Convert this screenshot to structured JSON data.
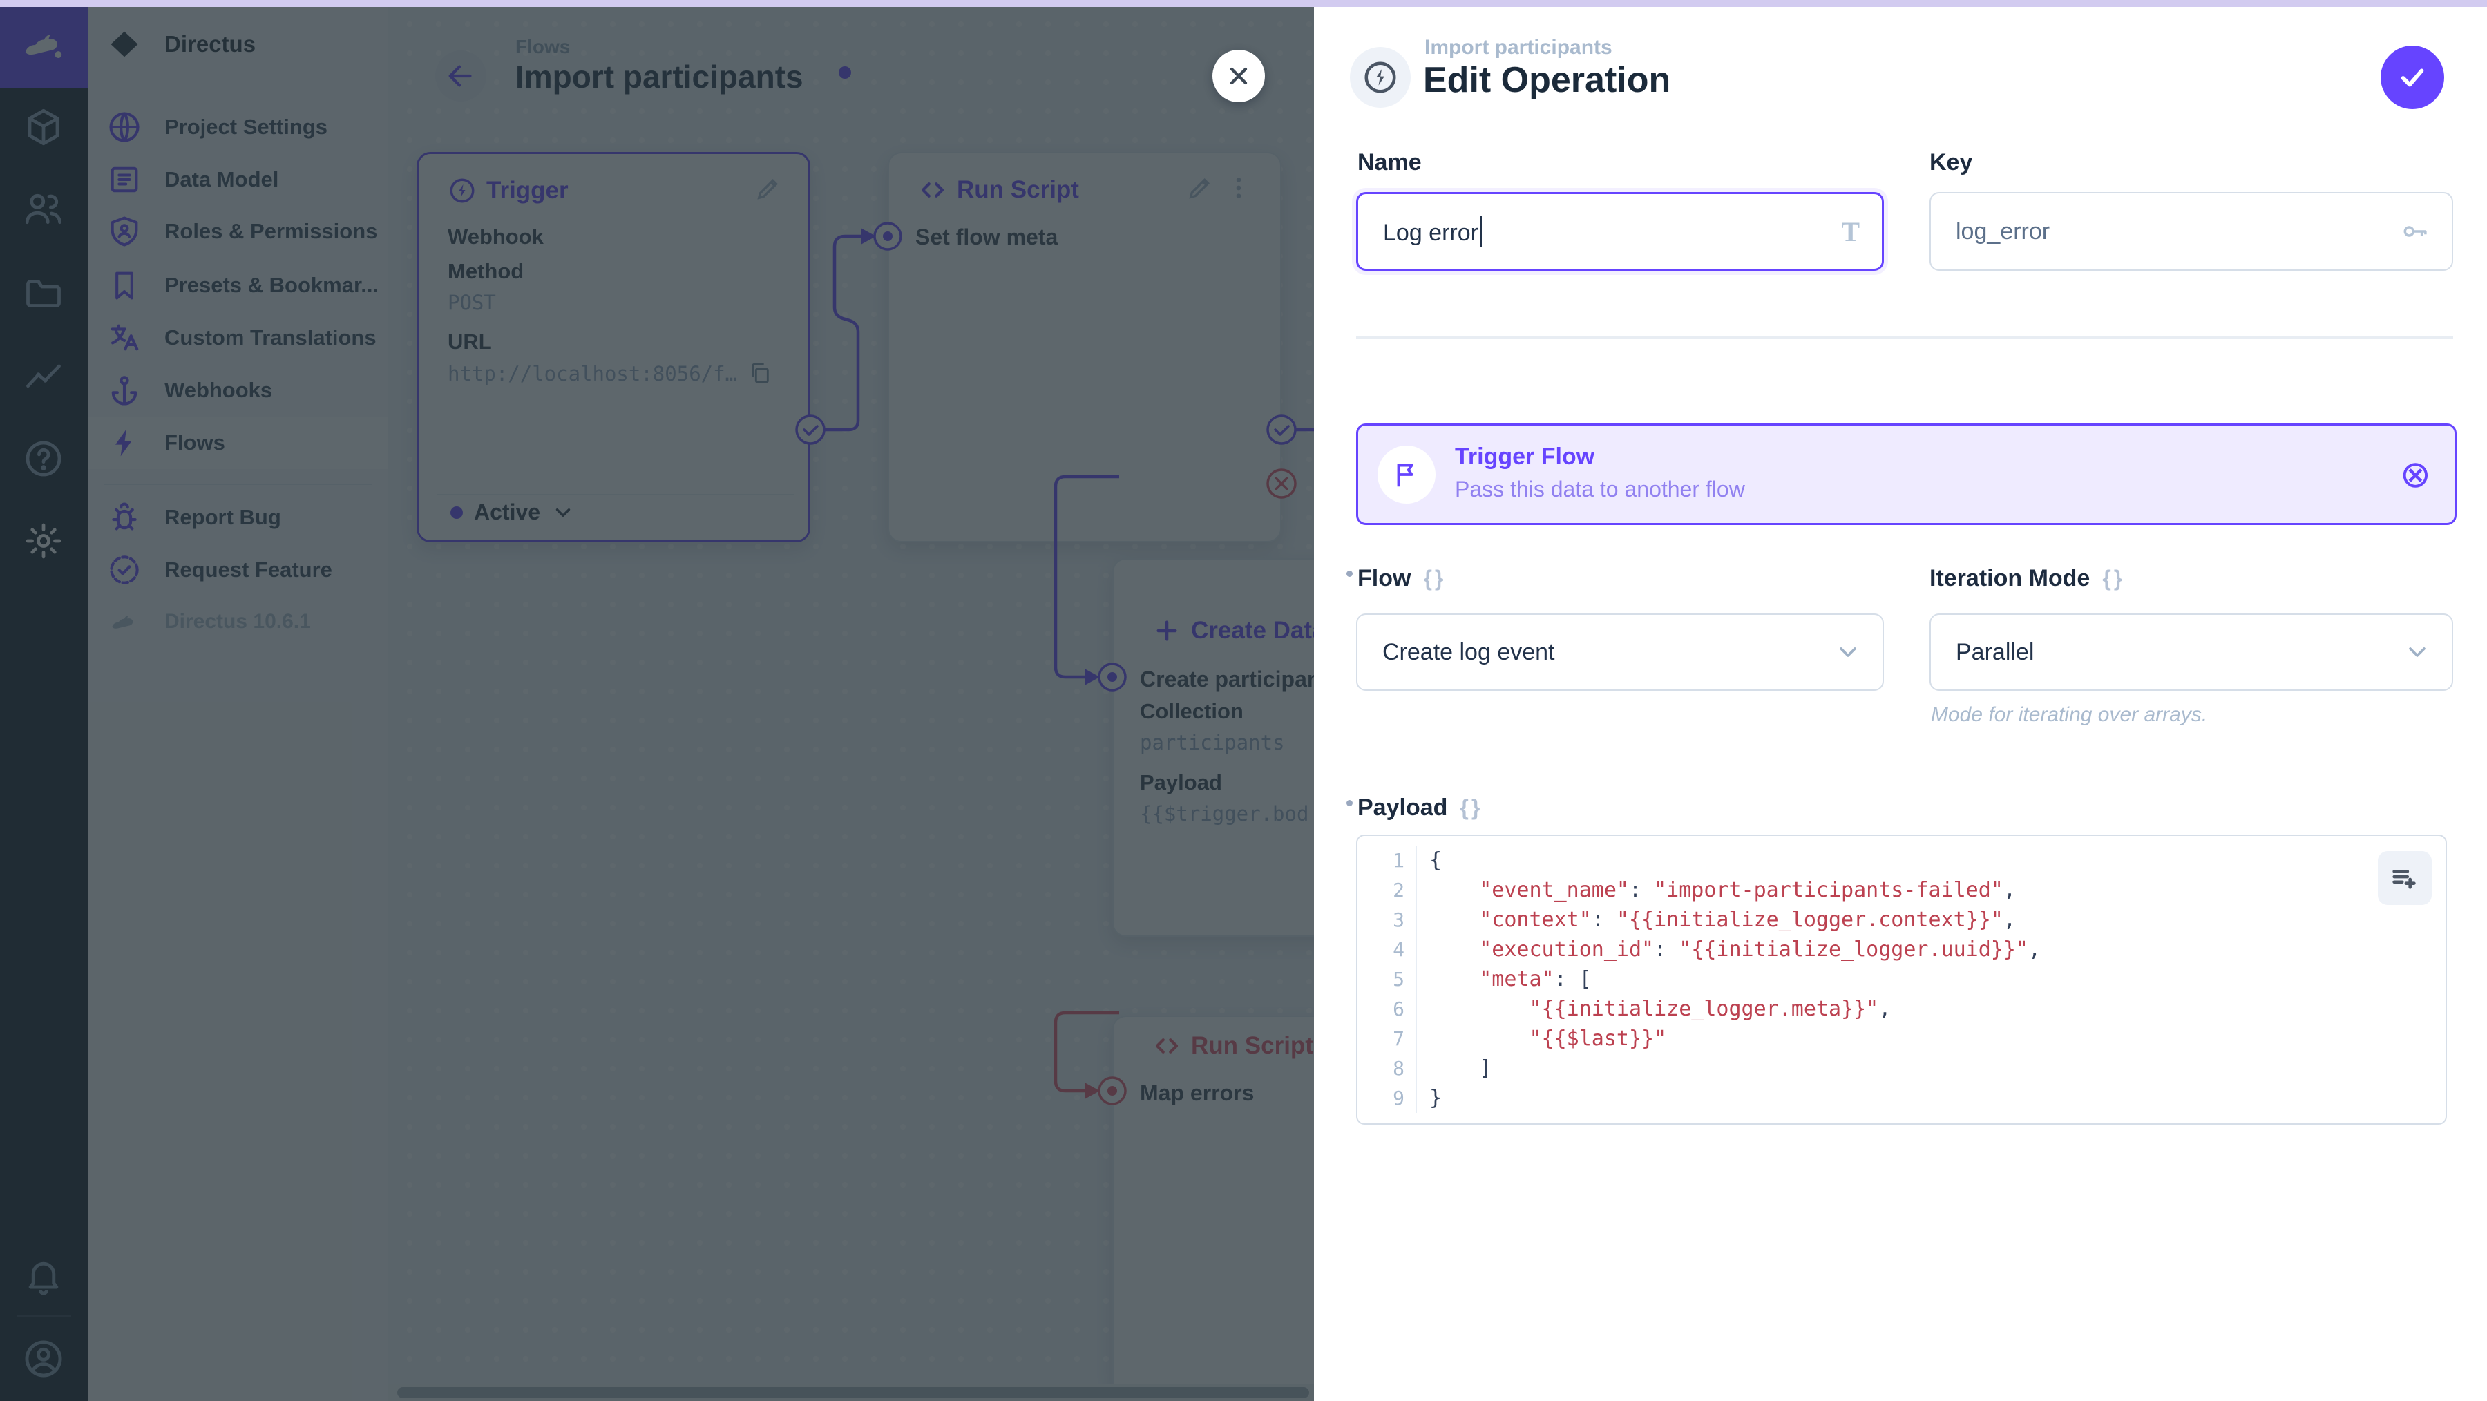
{
  "colors": {
    "primary": "#6644ff",
    "danger": "#e35169",
    "code_string": "#bc4150",
    "overlay": "rgba(38,50,56,0.74)"
  },
  "module_bar": {
    "modules": [
      {
        "name": "content",
        "icon": "cube-icon"
      },
      {
        "name": "user-directory",
        "icon": "people-icon"
      },
      {
        "name": "file-library",
        "icon": "folder-icon"
      },
      {
        "name": "insights",
        "icon": "chart-icon"
      },
      {
        "name": "docs",
        "icon": "help-icon"
      },
      {
        "name": "settings",
        "icon": "gear-icon",
        "active": true
      }
    ],
    "utilities": [
      {
        "name": "notifications",
        "icon": "bell-icon"
      },
      {
        "name": "account",
        "icon": "account-icon"
      }
    ]
  },
  "nav": {
    "project_name": "Directus",
    "items": [
      {
        "icon": "globe-icon",
        "label": "Project Settings"
      },
      {
        "icon": "data-model-icon",
        "label": "Data Model"
      },
      {
        "icon": "shield-icon",
        "label": "Roles & Permissions"
      },
      {
        "icon": "bookmark-icon",
        "label": "Presets & Bookmar..."
      },
      {
        "icon": "translate-icon",
        "label": "Custom Translations"
      },
      {
        "icon": "anchor-icon",
        "label": "Webhooks"
      },
      {
        "icon": "bolt-icon",
        "label": "Flows",
        "active": true
      }
    ],
    "footer_items": [
      {
        "icon": "bug-icon",
        "label": "Report Bug"
      },
      {
        "icon": "seal-icon",
        "label": "Request Feature"
      }
    ],
    "version": "Directus 10.6.1"
  },
  "flow_canvas": {
    "breadcrumb": "Flows",
    "title": "Import participants",
    "trigger": {
      "title": "Trigger",
      "type": "Webhook",
      "method_label": "Method",
      "method": "POST",
      "url_label": "URL",
      "url": "http://localhost:8056/f…",
      "status": "Active"
    },
    "run_script_1": {
      "title": "Run Script",
      "node_name": "Set flow meta"
    },
    "create_data": {
      "title": "Create Data",
      "node_name": "Create participants",
      "collection_label": "Collection",
      "collection": "participants",
      "payload_label": "Payload",
      "payload_preview": "{{$trigger.bod"
    },
    "run_script_2": {
      "title": "Run Script",
      "node_name": "Map errors"
    }
  },
  "drawer": {
    "breadcrumb": "Import participants",
    "title": "Edit Operation",
    "name_label": "Name",
    "name_value": "Log error",
    "key_label": "Key",
    "key_value": "log_error",
    "banner": {
      "title": "Trigger Flow",
      "subtitle": "Pass this data to another flow"
    },
    "flow_label": "Flow",
    "flow_value": "Create log event",
    "iteration_label": "Iteration Mode",
    "iteration_value": "Parallel",
    "iteration_hint": "Mode for iterating over arrays.",
    "payload_label": "Payload",
    "code_lines": [
      {
        "n": "1",
        "tokens": [
          {
            "c": "p",
            "t": "{"
          }
        ]
      },
      {
        "n": "2",
        "tokens": [
          {
            "c": "s",
            "t": "    \"event_name\""
          },
          {
            "c": "p",
            "t": ": "
          },
          {
            "c": "s",
            "t": "\"import-participants-failed\""
          },
          {
            "c": "p",
            "t": ","
          }
        ]
      },
      {
        "n": "3",
        "tokens": [
          {
            "c": "s",
            "t": "    \"context\""
          },
          {
            "c": "p",
            "t": ": "
          },
          {
            "c": "s",
            "t": "\"{{initialize_logger.context}}\""
          },
          {
            "c": "p",
            "t": ","
          }
        ]
      },
      {
        "n": "4",
        "tokens": [
          {
            "c": "s",
            "t": "    \"execution_id\""
          },
          {
            "c": "p",
            "t": ": "
          },
          {
            "c": "s",
            "t": "\"{{initialize_logger.uuid}}\""
          },
          {
            "c": "p",
            "t": ","
          }
        ]
      },
      {
        "n": "5",
        "tokens": [
          {
            "c": "s",
            "t": "    \"meta\""
          },
          {
            "c": "p",
            "t": ": ["
          }
        ]
      },
      {
        "n": "6",
        "tokens": [
          {
            "c": "s",
            "t": "        \"{{initialize_logger.meta}}\""
          },
          {
            "c": "p",
            "t": ","
          }
        ]
      },
      {
        "n": "7",
        "tokens": [
          {
            "c": "s",
            "t": "        \"{{$last}}\""
          }
        ]
      },
      {
        "n": "8",
        "tokens": [
          {
            "c": "p",
            "t": "    ]"
          }
        ]
      },
      {
        "n": "9",
        "tokens": [
          {
            "c": "p",
            "t": "}"
          }
        ]
      }
    ]
  }
}
